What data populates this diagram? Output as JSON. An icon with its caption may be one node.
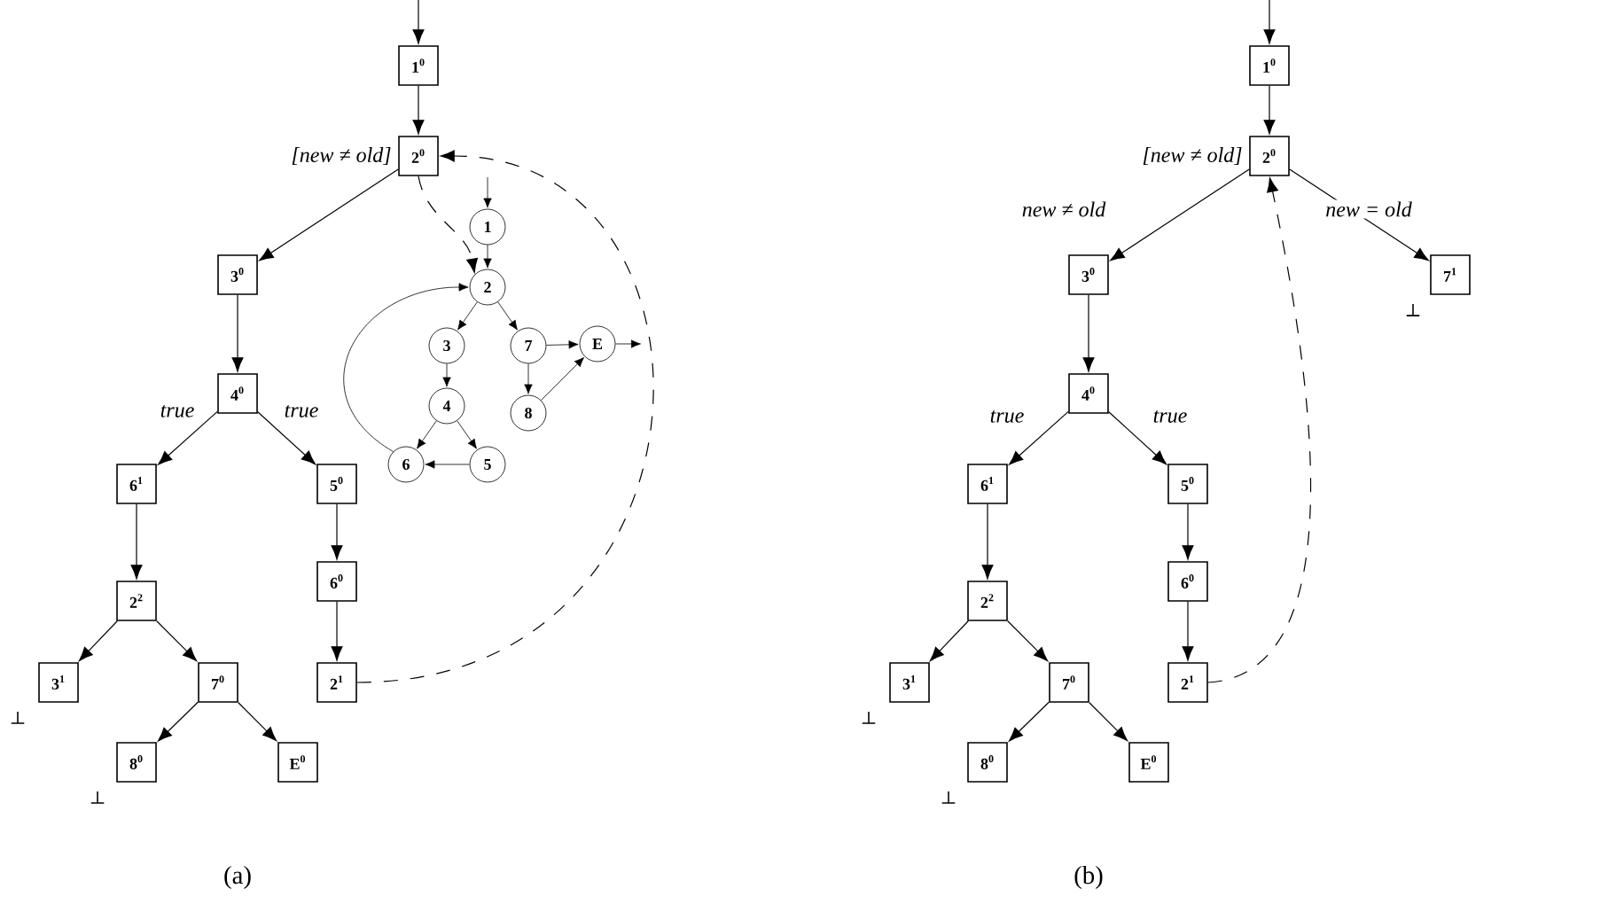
{
  "diagram": {
    "nodes": [
      {
        "text": [
          "1$^{0}$"
        ]
      },
      {
        "text": [
          "2$^{0}$"
        ],
        "beside": [
          "[new ≠ old]"
        ]
      },
      {
        "text": [
          "3$^{0}$"
        ]
      },
      {
        "text": [
          "4$^{0}$"
        ]
      },
      {
        "text": [
          "6$^{1}$"
        ]
      },
      {
        "text": [
          "5$^{0}$"
        ]
      },
      {
        "text": [
          "6$^{0}$"
        ]
      },
      {
        "text": [
          "2$^{2}$"
        ]
      },
      {
        "text": [
          "2$^{1}$"
        ]
      },
      {
        "text": [
          "3$^{1}$"
        ],
        "beside": [
          "⊥"
        ]
      },
      {
        "text": [
          "7$^{0}$"
        ]
      },
      {
        "text": [
          "8$^{0}$"
        ],
        "beside": [
          "⊥"
        ]
      },
      {
        "text": [
          "E$^{0}$"
        ]
      },
      {
        "text": [
          "1"
        ]
      },
      {
        "text": [
          "2"
        ]
      },
      {
        "text": [
          "3"
        ]
      },
      {
        "text": [
          "7"
        ]
      },
      {
        "text": [
          "E"
        ]
      },
      {
        "text": [
          "4"
        ]
      },
      {
        "text": [
          "8"
        ]
      },
      {
        "text": [
          "6"
        ]
      },
      {
        "text": [
          "5"
        ]
      },
      {
        "text": [
          "1$^{0}$"
        ]
      },
      {
        "text": [
          "2$^{0}$"
        ],
        "beside": [
          "[new ≠ old]"
        ]
      },
      {
        "text": [
          "3$^{0}$"
        ]
      },
      {
        "text": [
          "7$^{1}$"
        ],
        "beside": [
          "⊥"
        ]
      },
      {
        "text": [
          "4$^{0}$"
        ]
      },
      {
        "text": [
          "6$^{1}$"
        ]
      },
      {
        "text": [
          "5$^{0}$"
        ]
      },
      {
        "text": [
          "6$^{0}$"
        ]
      },
      {
        "text": [
          "2$^{2}$"
        ]
      },
      {
        "text": [
          "2$^{1}$"
        ]
      },
      {
        "text": [
          "3$^{1}$"
        ],
        "beside": [
          "⊥"
        ]
      },
      {
        "text": [
          "7$^{0}$"
        ]
      },
      {
        "text": [
          "8$^{0}$"
        ],
        "beside": [
          "⊥"
        ]
      },
      {
        "text": [
          "E$^{0}$"
        ]
      }
    ],
    "edges": [
      {
        "from": null,
        "to": 0,
        "arrow": "to"
      },
      {
        "from": 0,
        "to": 1,
        "arrow": "to"
      },
      {
        "from": 1,
        "to": 2,
        "arrow": "to"
      },
      {
        "from": 2,
        "to": 3,
        "arrow": "to"
      },
      {
        "from": 3,
        "to": 4,
        "arrow": "to",
        "label": "true"
      },
      {
        "from": 3,
        "to": 5,
        "arrow": "to",
        "label": "true"
      },
      {
        "from": 4,
        "to": 7,
        "arrow": "to"
      },
      {
        "from": 5,
        "to": 6,
        "arrow": "to"
      },
      {
        "from": 6,
        "to": 8,
        "arrow": "to"
      },
      {
        "from": 7,
        "to": 9,
        "arrow": "to"
      },
      {
        "from": 7,
        "to": 10,
        "arrow": "to"
      },
      {
        "from": 10,
        "to": 11,
        "arrow": "to"
      },
      {
        "from": 10,
        "to": 12,
        "arrow": "to"
      },
      {
        "from": 8,
        "to": 1,
        "arrow": "to",
        "style": "dashed"
      },
      {
        "from": 1,
        "to": 14,
        "arrow": "to",
        "style": "dashed"
      },
      {
        "from": null,
        "to": 13,
        "arrow": "to"
      },
      {
        "from": 13,
        "to": 14,
        "arrow": "to"
      },
      {
        "from": 14,
        "to": 15,
        "arrow": "to"
      },
      {
        "from": 14,
        "to": 16,
        "arrow": "to"
      },
      {
        "from": 15,
        "to": 18,
        "arrow": "to"
      },
      {
        "from": 16,
        "to": 17,
        "arrow": "to"
      },
      {
        "from": 16,
        "to": 19,
        "arrow": "to"
      },
      {
        "from": 19,
        "to": 17,
        "arrow": "to"
      },
      {
        "from": 18,
        "to": 20,
        "arrow": "to"
      },
      {
        "from": 18,
        "to": 21,
        "arrow": "to"
      },
      {
        "from": 21,
        "to": 20,
        "arrow": "to"
      },
      {
        "from": 20,
        "to": 14,
        "arrow": "to"
      },
      {
        "from": 17,
        "to": null,
        "arrow": "to"
      },
      {
        "from": null,
        "to": 22,
        "arrow": "to"
      },
      {
        "from": 22,
        "to": 23,
        "arrow": "to"
      },
      {
        "from": 23,
        "to": 24,
        "arrow": "to",
        "label": "new ≠ old"
      },
      {
        "from": 23,
        "to": 25,
        "arrow": "to",
        "label": "new = old"
      },
      {
        "from": 24,
        "to": 26,
        "arrow": "to"
      },
      {
        "from": 26,
        "to": 27,
        "arrow": "to",
        "label": "true"
      },
      {
        "from": 26,
        "to": 28,
        "arrow": "to",
        "label": "true"
      },
      {
        "from": 27,
        "to": 30,
        "arrow": "to"
      },
      {
        "from": 28,
        "to": 29,
        "arrow": "to"
      },
      {
        "from": 29,
        "to": 31,
        "arrow": "to"
      },
      {
        "from": 30,
        "to": 32,
        "arrow": "to"
      },
      {
        "from": 30,
        "to": 33,
        "arrow": "to"
      },
      {
        "from": 33,
        "to": 34,
        "arrow": "to"
      },
      {
        "from": 33,
        "to": 35,
        "arrow": "to"
      },
      {
        "from": 31,
        "to": 23,
        "arrow": "to",
        "style": "dashed"
      }
    ],
    "labels": [
      "(a)",
      "(b)"
    ]
  }
}
